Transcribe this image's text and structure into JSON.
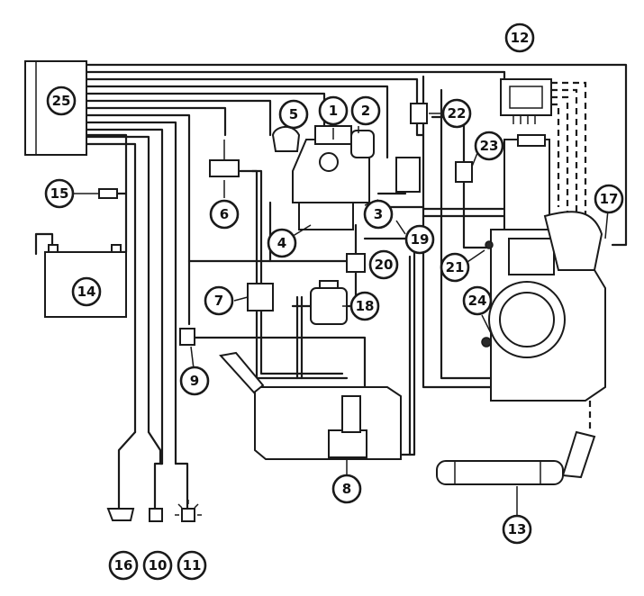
{
  "colors": {
    "ink": "#1a1a1a",
    "paper": "#ffffff"
  },
  "callouts": [
    {
      "label": "1"
    },
    {
      "label": "2"
    },
    {
      "label": "3"
    },
    {
      "label": "4"
    },
    {
      "label": "5"
    },
    {
      "label": "6"
    },
    {
      "label": "7"
    },
    {
      "label": "8"
    },
    {
      "label": "9"
    },
    {
      "label": "10"
    },
    {
      "label": "11"
    },
    {
      "label": "12"
    },
    {
      "label": "13"
    },
    {
      "label": "14"
    },
    {
      "label": "15"
    },
    {
      "label": "16"
    },
    {
      "label": "17"
    },
    {
      "label": "18"
    },
    {
      "label": "19"
    },
    {
      "label": "20"
    },
    {
      "label": "21"
    },
    {
      "label": "22"
    },
    {
      "label": "23"
    },
    {
      "label": "24"
    },
    {
      "label": "25"
    }
  ]
}
